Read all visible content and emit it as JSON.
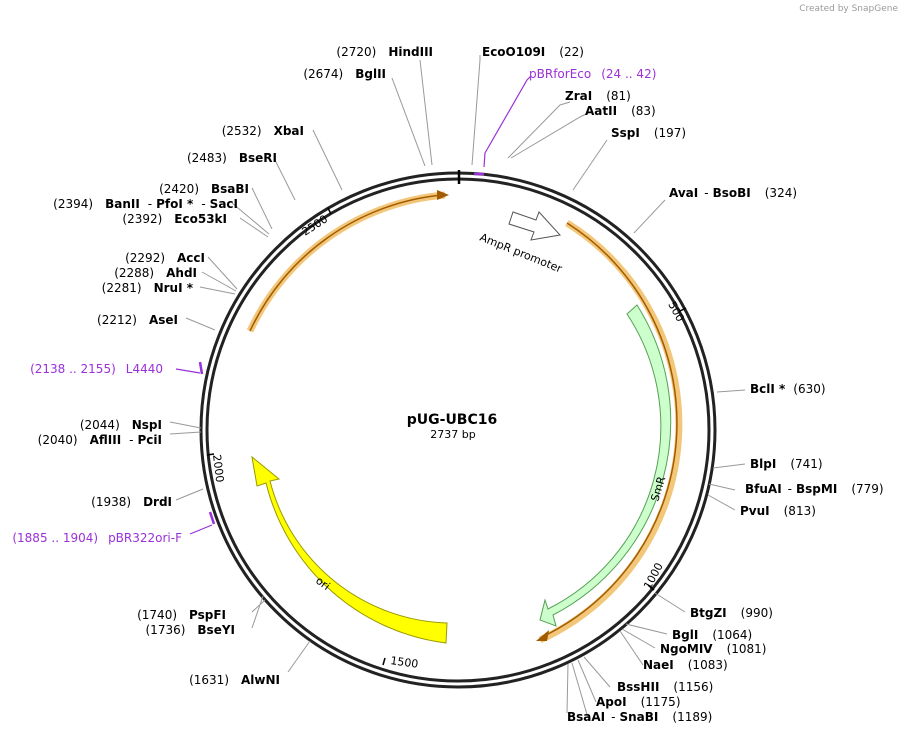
{
  "credit": "Created by SnapGene",
  "plasmid": {
    "name": "pUG-UBC16",
    "size_label": "2737 bp",
    "length": 2737
  },
  "ticks": [
    {
      "pos": 500,
      "label": "500"
    },
    {
      "pos": 1000,
      "label": "1000"
    },
    {
      "pos": 1500,
      "label": "1500"
    },
    {
      "pos": 2000,
      "label": "2000"
    },
    {
      "pos": 2500,
      "label": "2500"
    }
  ],
  "sites": [
    {
      "name": "EcoO109I",
      "pos": "(22)"
    },
    {
      "name": "ZraI",
      "pos": "(81)"
    },
    {
      "name": "AatII",
      "pos": "(83)"
    },
    {
      "name": "SspI",
      "pos": "(197)"
    },
    {
      "name": "AvaI",
      "sep": "-",
      "name2": "BsoBI",
      "pos": "(324)"
    },
    {
      "name": "BclI *",
      "pos": "(630)"
    },
    {
      "name": "BlpI",
      "pos": "(741)"
    },
    {
      "name": "BfuAI",
      "sep": "-",
      "name2": "BspMI",
      "pos": "(779)"
    },
    {
      "name": "PvuI",
      "pos": "(813)"
    },
    {
      "name": "BtgZI",
      "pos": "(990)"
    },
    {
      "name": "BglI",
      "pos": "(1064)"
    },
    {
      "name": "NgoMIV",
      "pos": "(1081)"
    },
    {
      "name": "NaeI",
      "pos": "(1083)"
    },
    {
      "name": "BssHII",
      "pos": "(1156)"
    },
    {
      "name": "ApoI",
      "pos": "(1175)"
    },
    {
      "name": "BsaAI",
      "sep": "-",
      "name2": "SnaBI",
      "pos": "(1189)"
    },
    {
      "name": "AlwNI",
      "pos": "(1631)"
    },
    {
      "name": "BseYI",
      "pos": "(1736)"
    },
    {
      "name": "PspFI",
      "pos": "(1740)"
    },
    {
      "name": "DrdI",
      "pos": "(1938)"
    },
    {
      "name": "AflIII",
      "sep": "-",
      "name2": "PciI",
      "pos": "(2040)"
    },
    {
      "name": "NspI",
      "pos": "(2044)"
    },
    {
      "name": "AseI",
      "pos": "(2212)"
    },
    {
      "name": "NruI *",
      "pos": "(2281)"
    },
    {
      "name": "AhdI",
      "pos": "(2288)"
    },
    {
      "name": "AccI",
      "pos": "(2292)"
    },
    {
      "name": "Eco53kI",
      "pos": "(2392)"
    },
    {
      "name": "BanII",
      "sep": "-",
      "name2": "PfoI *",
      "sep2": "-",
      "name3": "SacI",
      "pos": "(2394)"
    },
    {
      "name": "BsaBI",
      "pos": "(2420)"
    },
    {
      "name": "BseRI",
      "pos": "(2483)"
    },
    {
      "name": "XbaI",
      "pos": "(2532)"
    },
    {
      "name": "BglII",
      "pos": "(2674)"
    },
    {
      "name": "HindIII",
      "pos": "(2720)"
    }
  ],
  "primers": [
    {
      "name": "pBRforEco",
      "range": "(24 .. 42)"
    },
    {
      "name": "L4440",
      "range": "(2138 .. 2155)"
    },
    {
      "name": "pBR322ori-F",
      "range": "(1885 .. 1904)"
    }
  ],
  "features": [
    {
      "name": "AmpR promoter",
      "color": "#ffffff"
    },
    {
      "name": "SmR",
      "color": "#ccffcc"
    },
    {
      "name": "ori",
      "color": "#ffff00"
    }
  ],
  "colors": {
    "backbone": "#222222",
    "primer": "#9b30d9",
    "orf_highlight": "#f2c779",
    "orf_arrow": "#a35b00"
  }
}
